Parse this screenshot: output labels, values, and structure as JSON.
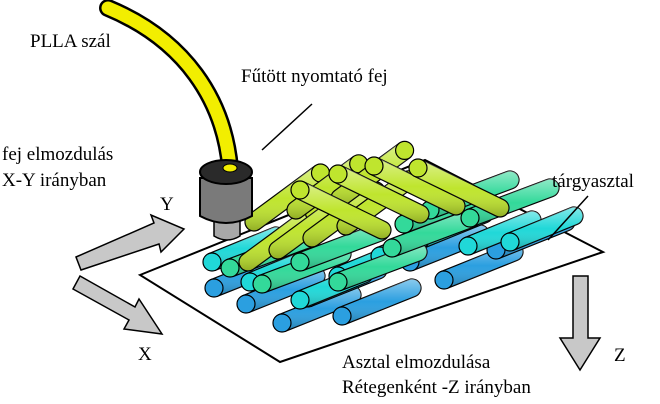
{
  "labels": {
    "filament": "PLLA szál",
    "heated_head": "Fűtött nyomtató fej",
    "head_motion_line1": "fej elmozdulás",
    "head_motion_line2": "X-Y irányban",
    "axis_y": "Y",
    "axis_x": "X",
    "axis_z": "Z",
    "table": "tárgyasztal",
    "table_motion_line1": "Asztal elmozdulása",
    "table_motion_line2": "Rétegenként -Z irányban"
  },
  "colors": {
    "filament": "#f2ee00",
    "head_body": "#7a7a7a",
    "head_top": "#2a2a2a",
    "layer_bottom": "#2b9fe0",
    "layer_second": "#20d8d8",
    "layer_third": "#33d99a",
    "layer_top": "#bfe52e",
    "arrow_fill": "#c8c8c8",
    "outline": "#000000"
  }
}
